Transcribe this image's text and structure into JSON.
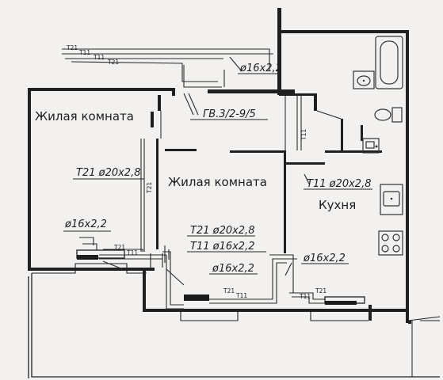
{
  "rooms": {
    "living_room_1": "Жилая комната",
    "living_room_2": "Жилая комната",
    "kitchen": "Кухня"
  },
  "labels": {
    "pipe_top": "ø16x2,2",
    "valve": "ГВ.3/2-9/5",
    "pipe_left_room": "T21  ø20x2,8",
    "pipe_left_low": "ø16x2,2",
    "pipe_mid_t21": "T21  ø20x2,8",
    "pipe_mid_t11": "T11  ø16x2,2",
    "pipe_mid_low": "ø16x2,2",
    "pipe_kitchen_t11": "T11  ø20x2,8",
    "pipe_kitchen_low": "ø16x2,2"
  },
  "tags": {
    "t21": "T21",
    "t11": "T11"
  }
}
